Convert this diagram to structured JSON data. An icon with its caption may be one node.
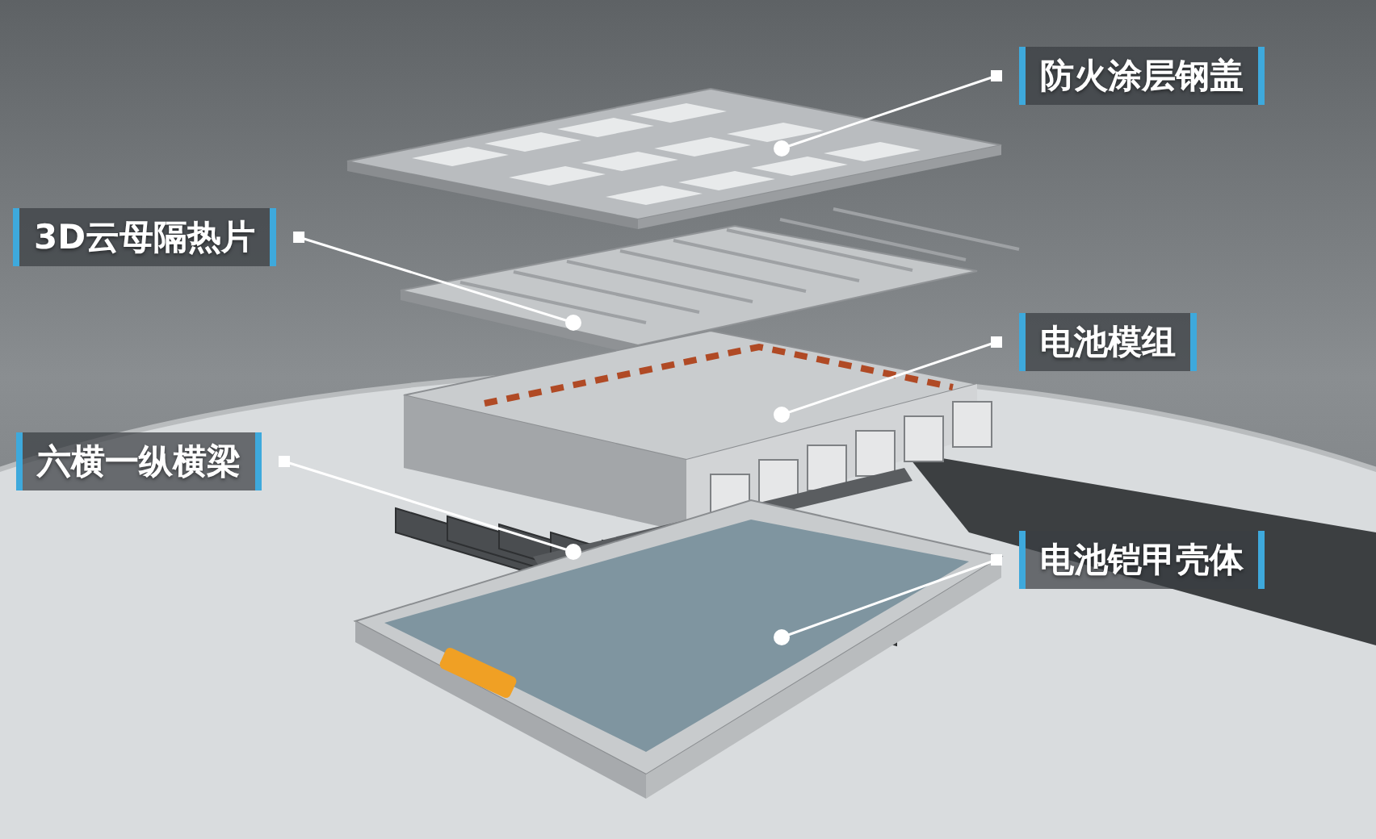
{
  "diagram": {
    "nodes": [
      {
        "text": [
          "防火涂层钢盖"
        ]
      },
      {
        "text": [
          "3D云母隔热片"
        ]
      },
      {
        "text": [
          "电池模组"
        ]
      },
      {
        "text": [
          "六横一纵横梁"
        ]
      },
      {
        "text": [
          "电池铠甲壳体"
        ]
      },
      {
        "text": [],
        "shape": "picture"
      },
      {
        "text": [],
        "shape": "picture"
      },
      {
        "text": [],
        "shape": "picture"
      },
      {
        "text": [],
        "shape": "picture"
      },
      {
        "text": [],
        "shape": "picture"
      }
    ],
    "edges": [
      {
        "from": 0,
        "to": 5,
        "arrow": "other"
      },
      {
        "from": 1,
        "to": 6,
        "arrow": "other"
      },
      {
        "from": 2,
        "to": 7,
        "arrow": "other"
      },
      {
        "from": 3,
        "to": 8,
        "arrow": "other"
      },
      {
        "from": 4,
        "to": 9,
        "arrow": "other"
      }
    ]
  }
}
